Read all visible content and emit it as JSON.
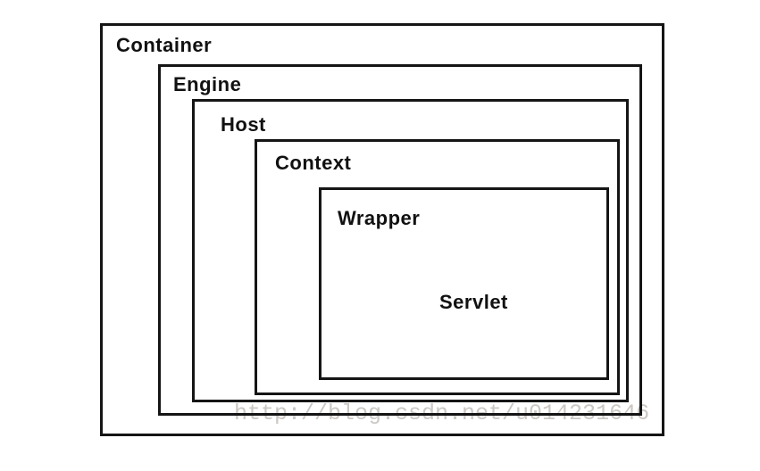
{
  "diagram": {
    "type": "nested-boxes",
    "description_labels": [
      "Container",
      "Engine",
      "Host",
      "Context",
      "Wrapper",
      "Servlet"
    ],
    "boxes": {
      "container": {
        "label": "Container"
      },
      "engine": {
        "label": "Engine"
      },
      "host": {
        "label": "Host"
      },
      "context": {
        "label": "Context"
      },
      "wrapper": {
        "label": "Wrapper"
      },
      "servlet": {
        "label": "Servlet"
      }
    },
    "watermark": {
      "text": "http://blog.csdn.net/u014231646"
    },
    "colors": {
      "border": "#151515",
      "background": "#ffffff",
      "label_text": "#111111",
      "watermark_text": "#cbc7c3"
    }
  }
}
